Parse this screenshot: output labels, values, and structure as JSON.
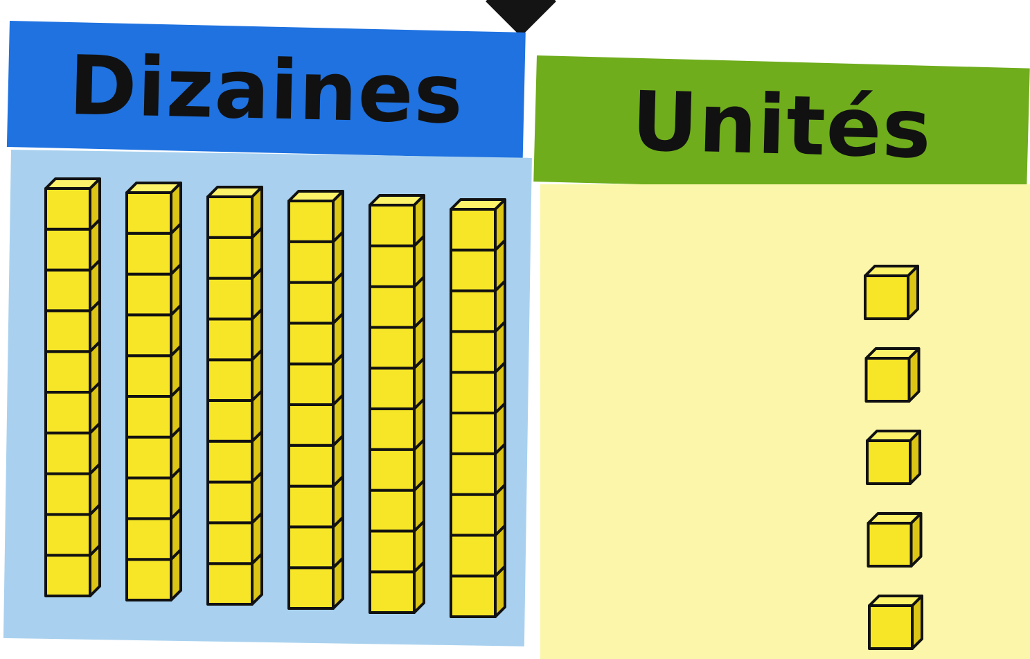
{
  "headers": {
    "tens": "Dizaines",
    "units": "Unités"
  },
  "blocks": {
    "tens_rods": 6,
    "cubes_per_rod": 10,
    "unit_cubes": 5
  },
  "colors": {
    "tens_header": "#1f72e0",
    "tens_panel": "#a9d1ef",
    "units_header": "#6fad1c",
    "units_panel": "#fbf6a9",
    "cube": "#f7e627",
    "outline": "#111111"
  }
}
